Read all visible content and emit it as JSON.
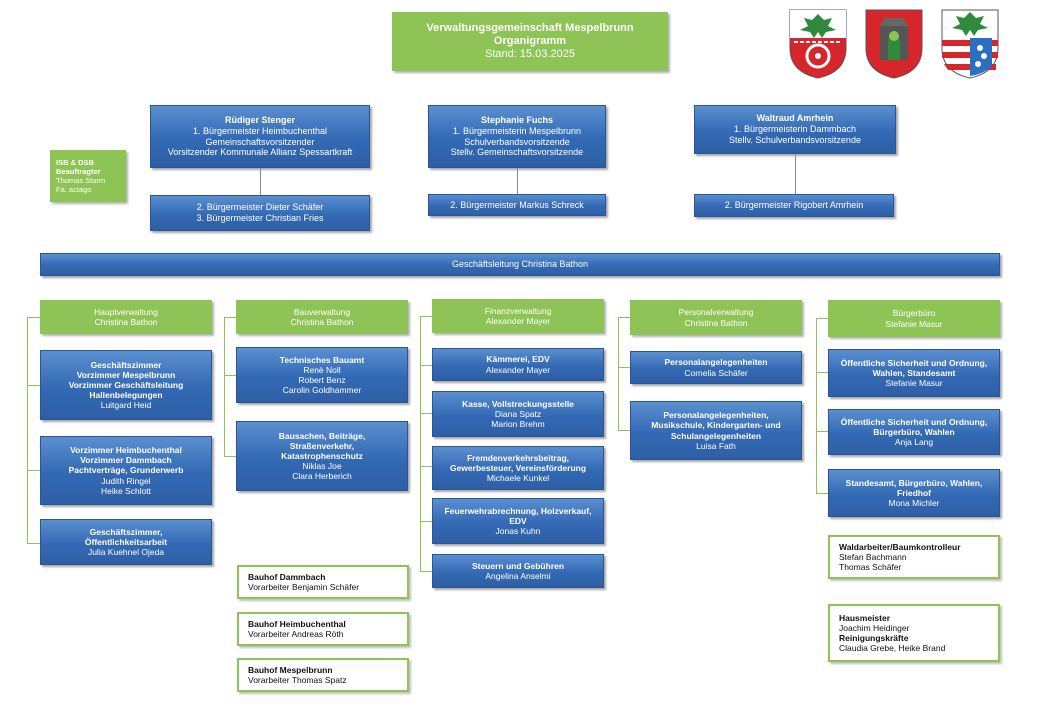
{
  "header": {
    "title": "Verwaltungsgemeinschaft Mespelbrunn",
    "subtitle": "Organigramm",
    "date": "Stand: 15.03.2025"
  },
  "colors": {
    "blue": "#3369b4",
    "green": "#8dc455"
  },
  "isb": {
    "title": "ISB & DSB",
    "role": "Beauftragter",
    "name": "Thomas Sturm",
    "company": "Fa. actago"
  },
  "mayors": [
    {
      "name": "Rüdiger Stenger",
      "lines": [
        "1. Bürgermeister Heimbuchenthal",
        "Gemeinschaftsvorsitzender",
        "Vorsitzender Kommunale Allianz Spessartkraft"
      ],
      "deputies": [
        "2. Bürgermeister Dieter Schäfer",
        "3. Bürgermeister Christian Fries"
      ]
    },
    {
      "name": "Stephanie Fuchs",
      "lines": [
        "1. Bürgermeisterin Mespelbrunn",
        "Schulverbandsvorsitzende",
        "Stellv. Gemeinschaftsvorsitzende"
      ],
      "deputies": [
        "2. Bürgermeister Markus Schreck"
      ]
    },
    {
      "name": "Waltraud Amrhein",
      "lines": [
        "1. Bürgermeisterin Dammbach",
        "Stellv. Schulverbandsvorsitzende"
      ],
      "deputies": [
        "2. Bürgermeister Rigobert Amrhein"
      ]
    }
  ],
  "management": "Geschäftsleitung Christina Bathon",
  "departments": [
    {
      "title": "Hauptverwaltung",
      "head": "Christina Bathon",
      "units": [
        {
          "lines": [
            "Geschäftszimmer",
            "Vorzimmer Mespelbrunn",
            "Vorzimmer Geschäftsleitung",
            "Hallenbelegungen"
          ],
          "people": [
            "Luitgard Heid"
          ]
        },
        {
          "lines": [
            "Vorzimmer Heimbuchenthal",
            "Vorzimmer Dammbach",
            "Pachtverträge, Grunderwerb"
          ],
          "people": [
            "Judith Ringel",
            "Heike Schlott"
          ]
        },
        {
          "lines": [
            "Geschäftszimmer,",
            "Öffentlichkeitsarbeit"
          ],
          "people": [
            "Julia Kuehnel Ojeda"
          ]
        }
      ]
    },
    {
      "title": "Bauverwaltung",
      "head": "Christina Bathon",
      "units": [
        {
          "lines": [
            "Technisches Bauamt"
          ],
          "people": [
            "Renè Noll",
            "Robert Benz",
            "Carolin Goldhammer"
          ]
        },
        {
          "lines": [
            "Bausachen, Beiträge,",
            "Straßenverkehr,",
            "Katastrophenschutz"
          ],
          "people": [
            "Niklas Joe",
            "Clara Herberich"
          ]
        }
      ]
    },
    {
      "title": "Finanzverwaltung",
      "head": "Alexander Mayer",
      "units": [
        {
          "lines": [
            "Kämmerei, EDV"
          ],
          "people": [
            "Alexander Mayer"
          ]
        },
        {
          "lines": [
            "Kasse, Vollstreckungsstelle"
          ],
          "people": [
            "Diana Spatz",
            "Marion Brehm"
          ]
        },
        {
          "lines": [
            "Fremdenverkehrsbeitrag,",
            "Gewerbesteuer, Vereinsförderung"
          ],
          "people": [
            "Michaele Kunkel"
          ]
        },
        {
          "lines": [
            "Feuerwehrabrechnung, Holzverkauf,",
            "EDV"
          ],
          "people": [
            "Jonas Kuhn"
          ]
        },
        {
          "lines": [
            "Steuern und Gebühren"
          ],
          "people": [
            "Angelina Anselmi"
          ]
        }
      ]
    },
    {
      "title": "Personalverwaltung",
      "head": "Christina Bathon",
      "units": [
        {
          "lines": [
            "Personalangelegenheiten"
          ],
          "people": [
            "Cornelia Schäfer"
          ]
        },
        {
          "lines": [
            "Personalangelegenheiten,",
            "Musikschule, Kindergarten- und",
            "Schulangelegenheiten"
          ],
          "people": [
            "Luisa Fath"
          ]
        }
      ]
    },
    {
      "title": "Bürgerbüro",
      "head": "Stefanie Masur",
      "units": [
        {
          "lines": [
            "Öffentliche Sicherheit und Ordnung,",
            "Wahlen, Standesamt"
          ],
          "people": [
            "Stefanie Masur"
          ]
        },
        {
          "lines": [
            "Öffentliche Sicherheit und Ordnung,",
            "Bürgerbüro, Wahlen"
          ],
          "people": [
            "Anja Lang"
          ]
        },
        {
          "lines": [
            "Standesamt, Bürgerbüro, Wahlen,",
            "Friedhof"
          ],
          "people": [
            "Mona Michler"
          ]
        }
      ]
    }
  ],
  "bauhof": [
    {
      "title": "Bauhof Dammbach",
      "person": "Vorarbeiter  Benjamin  Schäfer"
    },
    {
      "title": "Bauhof Heimbuchenthal",
      "person": "Vorarbeiter  Andreas  Röth"
    },
    {
      "title": "Bauhof Mespelbrunn",
      "person": "Vorarbeiter  Thomas Spatz"
    }
  ],
  "field_staff": [
    {
      "groups": [
        {
          "title": "Waldarbeiter/Baumkontrolleur",
          "people": [
            "Stefan Bachmann",
            "Thomas Schäfer"
          ]
        }
      ]
    },
    {
      "groups": [
        {
          "title": "Hausmeister",
          "people": [
            "Joachim Heidinger"
          ]
        },
        {
          "title": "Reinigungskräfte",
          "people": [
            "Claudia  Grebe,  Heike Brand"
          ]
        }
      ]
    }
  ]
}
